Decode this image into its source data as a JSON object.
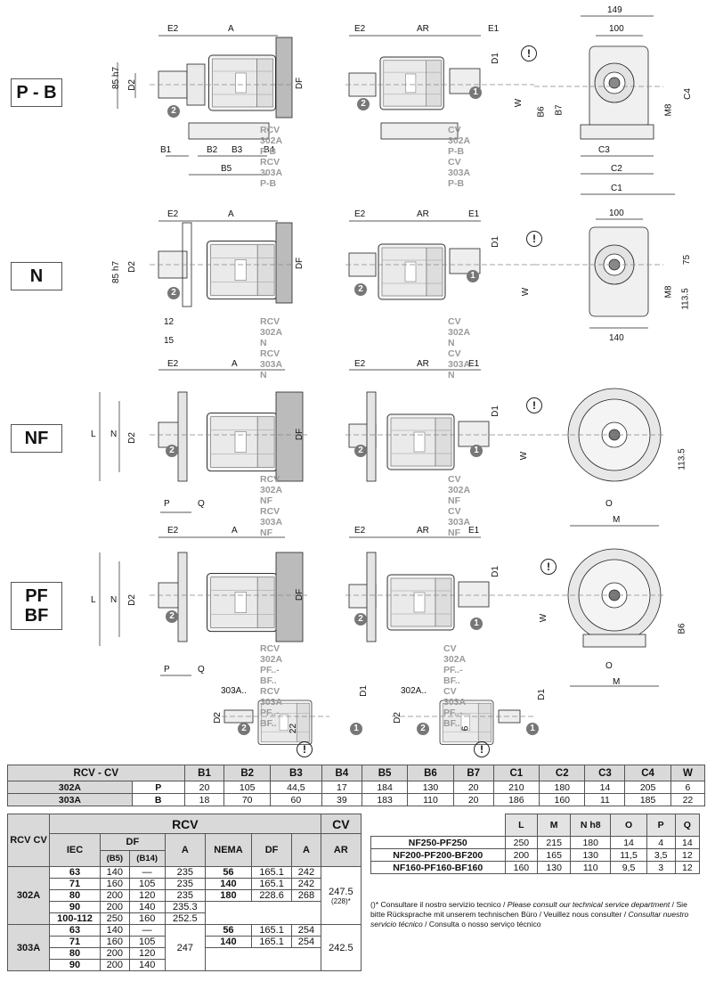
{
  "variants": {
    "pb": "P - B",
    "n": "N",
    "nf": "NF",
    "pf": "PF",
    "bf": "BF"
  },
  "dims": {
    "E2": "E2",
    "A": "A",
    "AR": "AR",
    "E1": "E1",
    "D1": "D1",
    "D2": "D2",
    "DF": "DF",
    "W": "W",
    "B1": "B1",
    "B2": "B2",
    "B3": "B3",
    "B4": "B4",
    "B5": "B5",
    "B6": "B6",
    "B7": "B7",
    "C1": "C1",
    "C2": "C2",
    "C3": "C3",
    "C4": "C4",
    "M8": "M8",
    "L": "L",
    "N": "N",
    "P": "P",
    "Q": "Q",
    "O": "O",
    "M": "M",
    "h85": "85 h7",
    "d149": "149",
    "d100": "100",
    "d12": "12",
    "d15": "15",
    "d140": "140",
    "d75": "75",
    "d113": "113.5",
    "d22": "22",
    "d6": "6",
    "s303": "303A..",
    "s302": "302A.."
  },
  "captions": {
    "pb_rcv": [
      "RCV 302A P-B",
      "RCV 303A P-B"
    ],
    "pb_cv": [
      "CV 302A P-B",
      "CV 303A P-B"
    ],
    "n_rcv": [
      "RCV 302A N",
      "RCV 303A N"
    ],
    "n_cv": [
      "CV 302A N",
      "CV 303A N"
    ],
    "nf_rcv": [
      "RCV 302A NF",
      "RCV 303A NF"
    ],
    "nf_cv": [
      "CV 302A NF",
      "CV 303A NF"
    ],
    "pf_rcv": [
      "RCV 302A PF..- BF..",
      "RCV 303A PF..- BF.."
    ],
    "pf_cv": [
      "CV 302A PF..- BF..",
      "CV 303A PF..- BF.."
    ]
  },
  "badges": {
    "one": "1",
    "two": "2",
    "warn": "!"
  },
  "table_foot": {
    "headers": [
      "RCV - CV",
      "B1",
      "B2",
      "B3",
      "B4",
      "B5",
      "B6",
      "B7",
      "C1",
      "C2",
      "C3",
      "C4",
      "W"
    ],
    "rows": [
      {
        "model": "302A",
        "type": "P",
        "values": [
          "20",
          "105",
          "44,5",
          "17",
          "184",
          "130",
          "20",
          "210",
          "180",
          "14",
          "205",
          "6"
        ]
      },
      {
        "model": "303A",
        "type": "B",
        "values": [
          "18",
          "70",
          "60",
          "39",
          "183",
          "110",
          "20",
          "186",
          "160",
          "11",
          "185",
          "22"
        ]
      }
    ]
  },
  "table_main": {
    "h_rcvcv": "RCV CV",
    "h_rcv": "RCV",
    "h_cv": "CV",
    "h_iec": "IEC",
    "h_df": "DF",
    "h_b5": "(B5)",
    "h_b14": "(B14)",
    "h_a": "A",
    "h_nema": "NEMA",
    "h_df2": "DF",
    "h_a2": "A",
    "h_ar": "AR",
    "m302": "302A",
    "m303": "303A",
    "r302": [
      [
        "63",
        "140",
        "—",
        "235",
        "56",
        "165.1",
        "242"
      ],
      [
        "71",
        "160",
        "105",
        "235",
        "140",
        "165.1",
        "242"
      ],
      [
        "80",
        "200",
        "120",
        "235",
        "180",
        "228.6",
        "268"
      ],
      [
        "90",
        "200",
        "140",
        "235.3",
        "",
        "",
        ""
      ],
      [
        "100-112",
        "250",
        "160",
        "252.5",
        "",
        "",
        ""
      ]
    ],
    "ar302": "247.5",
    "ar302b": "(228)*",
    "r303": [
      [
        "63",
        "140",
        "—",
        "",
        "56",
        "165.1",
        "254"
      ],
      [
        "71",
        "160",
        "105",
        "",
        "140",
        "165.1",
        "254"
      ],
      [
        "80",
        "200",
        "120",
        "",
        "",
        "",
        ""
      ],
      [
        "90",
        "200",
        "140",
        "",
        "",
        "",
        ""
      ]
    ],
    "a303": "247",
    "ar303": "242.5"
  },
  "table_flange": {
    "headers": [
      "",
      "L",
      "M",
      "N h8",
      "O",
      "P",
      "Q"
    ],
    "rows": [
      [
        "NF250-PF250",
        "250",
        "215",
        "180",
        "14",
        "4",
        "14"
      ],
      [
        "NF200-PF200-BF200",
        "200",
        "165",
        "130",
        "11,5",
        "3,5",
        "12"
      ],
      [
        "NF160-PF160-BF160",
        "160",
        "130",
        "110",
        "9,5",
        "3",
        "12"
      ]
    ]
  },
  "note": {
    "p1": "()* Consultare il nostro servizio tecnico / ",
    "p2": "Please consult our technical service department",
    "p3": " / Sie bitte Rücksprache mit unserem technischen Büro / Veuillez nous consulter / ",
    "p4": "Consultar nuestro servicio técnico",
    "p5": " / Consulta o nosso serviço técnico"
  }
}
